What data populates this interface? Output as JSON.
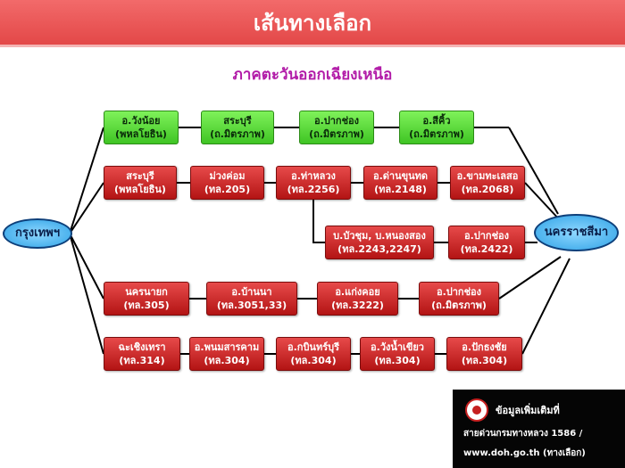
{
  "header": {
    "title": "เส้นทางเลือก",
    "subtitle": "ภาคตะวันออกเฉียงเหนือ"
  },
  "origin": "กรุงเทพฯ",
  "destination": "นครราชสีมา",
  "routes": [
    {
      "nodes": [
        {
          "l1": "อ.วังน้อย",
          "l2": "(พหลโยธิน)"
        },
        {
          "l1": "สระบุรี",
          "l2": "(ถ.มิตรภาพ)"
        },
        {
          "l1": "อ.ปากช่อง",
          "l2": "(ถ.มิตรภาพ)"
        },
        {
          "l1": "อ.สีคิ้ว",
          "l2": "(ถ.มิตรภาพ)"
        }
      ]
    },
    {
      "nodes": [
        {
          "l1": "สระบุรี",
          "l2": "(พหลโยธิน)"
        },
        {
          "l1": "ม่วงค่อม",
          "l2": "(ทล.205)"
        },
        {
          "l1": "อ.ท่าหลวง",
          "l2": "(ทล.2256)"
        },
        {
          "l1": "อ.ด่านขุนทด",
          "l2": "(ทล.2148)"
        },
        {
          "l1": "อ.ขามทะเลสอ",
          "l2": "(ทล.2068)"
        }
      ]
    },
    {
      "nodes": [
        {
          "l1": "บ.บัวชุม, บ.หนองสอง",
          "l2": "(ทล.2243,2247)"
        },
        {
          "l1": "อ.ปากช่อง",
          "l2": "(ทล.2422)"
        }
      ]
    },
    {
      "nodes": [
        {
          "l1": "นครนายก",
          "l2": "(ทล.305)"
        },
        {
          "l1": "อ.บ้านนา",
          "l2": "(ทล.3051,33)"
        },
        {
          "l1": "อ.แก่งคอย",
          "l2": "(ทล.3222)"
        },
        {
          "l1": "อ.ปากช่อง",
          "l2": "(ถ.มิตรภาพ)"
        }
      ]
    },
    {
      "nodes": [
        {
          "l1": "ฉะเชิงเทรา",
          "l2": "(ทล.314)"
        },
        {
          "l1": "อ.พนมสารคาม",
          "l2": "(ทล.304)"
        },
        {
          "l1": "อ.กบินทร์บุรี",
          "l2": "(ทล.304)"
        },
        {
          "l1": "อ.วังน้ำเขียว",
          "l2": "(ทล.304)"
        },
        {
          "l1": "อ.ปักธงชัย",
          "l2": "(ทล.304)"
        }
      ]
    }
  ],
  "info": {
    "title": "ข้อมูลเพิ่มเติมที่",
    "line1": "สายด่วนกรมทางหลวง 1586 /",
    "line2": "www.doh.go.th (ทางเลือก)"
  }
}
